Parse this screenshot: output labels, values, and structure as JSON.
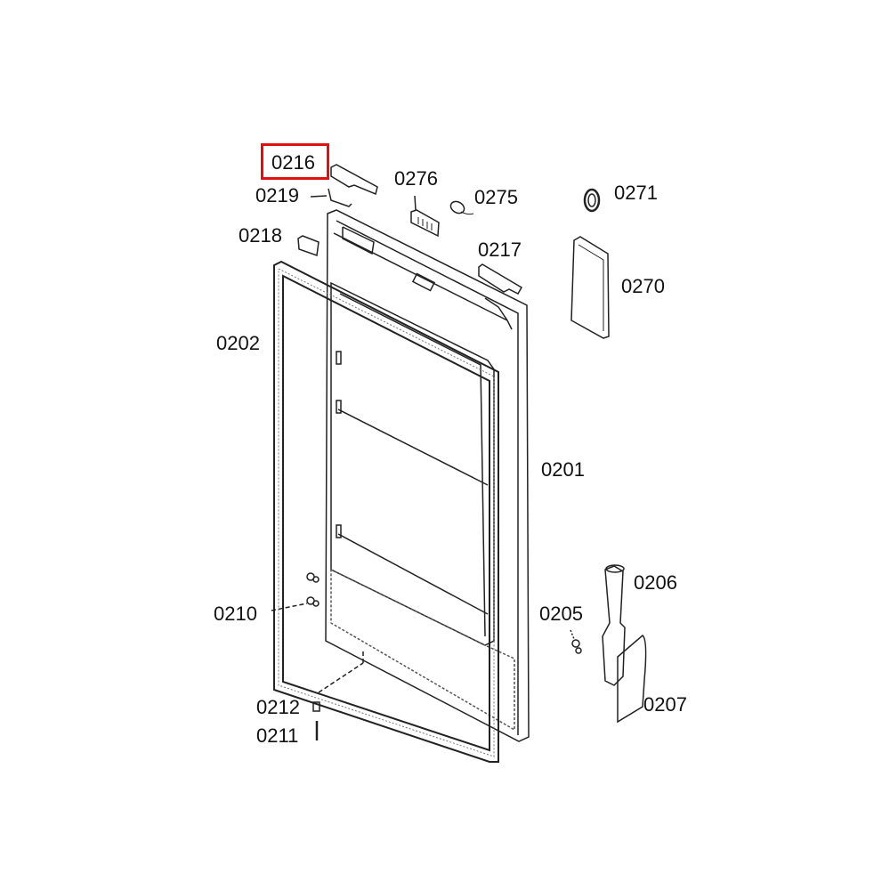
{
  "highlight_color": "#e01010",
  "highlighted_part": "0216",
  "labels": {
    "p0216": "0216",
    "p0219": "0219",
    "p0276": "0276",
    "p0275": "0275",
    "p0271": "0271",
    "p0218": "0218",
    "p0217": "0217",
    "p0270": "0270",
    "p0202": "0202",
    "p0201": "0201",
    "p0206": "0206",
    "p0205": "0205",
    "p0210": "0210",
    "p0207": "0207",
    "p0212": "0212",
    "p0211": "0211"
  }
}
